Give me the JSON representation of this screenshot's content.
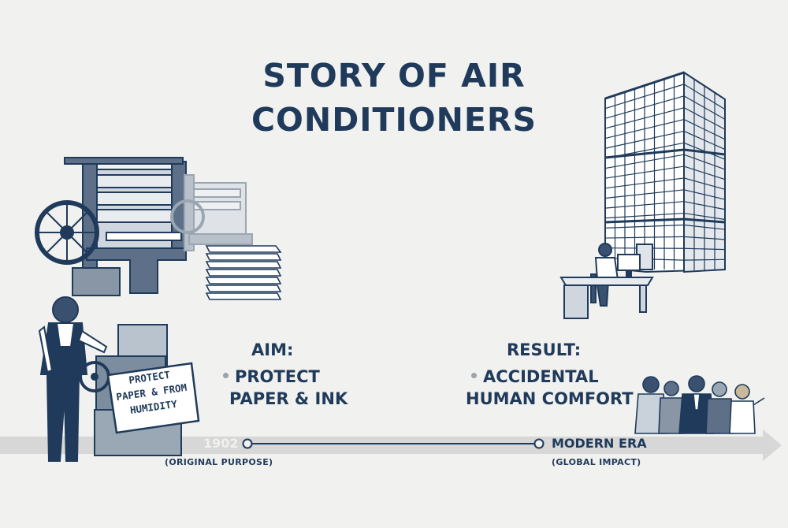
{
  "title_lines": [
    "STORY OF AIR",
    "CONDITIONERS"
  ],
  "aim": {
    "heading": "AIM:",
    "bullet_lines": [
      "PROTECT",
      "PAPER & INK"
    ]
  },
  "result": {
    "heading": "RESULT:",
    "bullet_lines": [
      "ACCIDENTAL",
      "HUMAN COMFORT"
    ]
  },
  "sign_lines": [
    "PROTECT",
    "PAPER & FROM",
    "HUMIDITY"
  ],
  "timeline": {
    "start": {
      "label": "1902",
      "sub": "(ORIGINAL PURPOSE)"
    },
    "end": {
      "label": "MODERN ERA",
      "sub": "(GLOBAL IMPACT)"
    }
  },
  "colors": {
    "navy": "#1f3a5a",
    "background": "#f1f1ef",
    "arrow_gray": "#d6d7d6",
    "bullet_gray": "#9aa2ab"
  },
  "icons": [
    "printing-press-icon",
    "paper-stack-icon",
    "operator-with-machine-icon",
    "office-tower-icon",
    "office-worker-desk-icon",
    "crowd-of-people-icon"
  ]
}
